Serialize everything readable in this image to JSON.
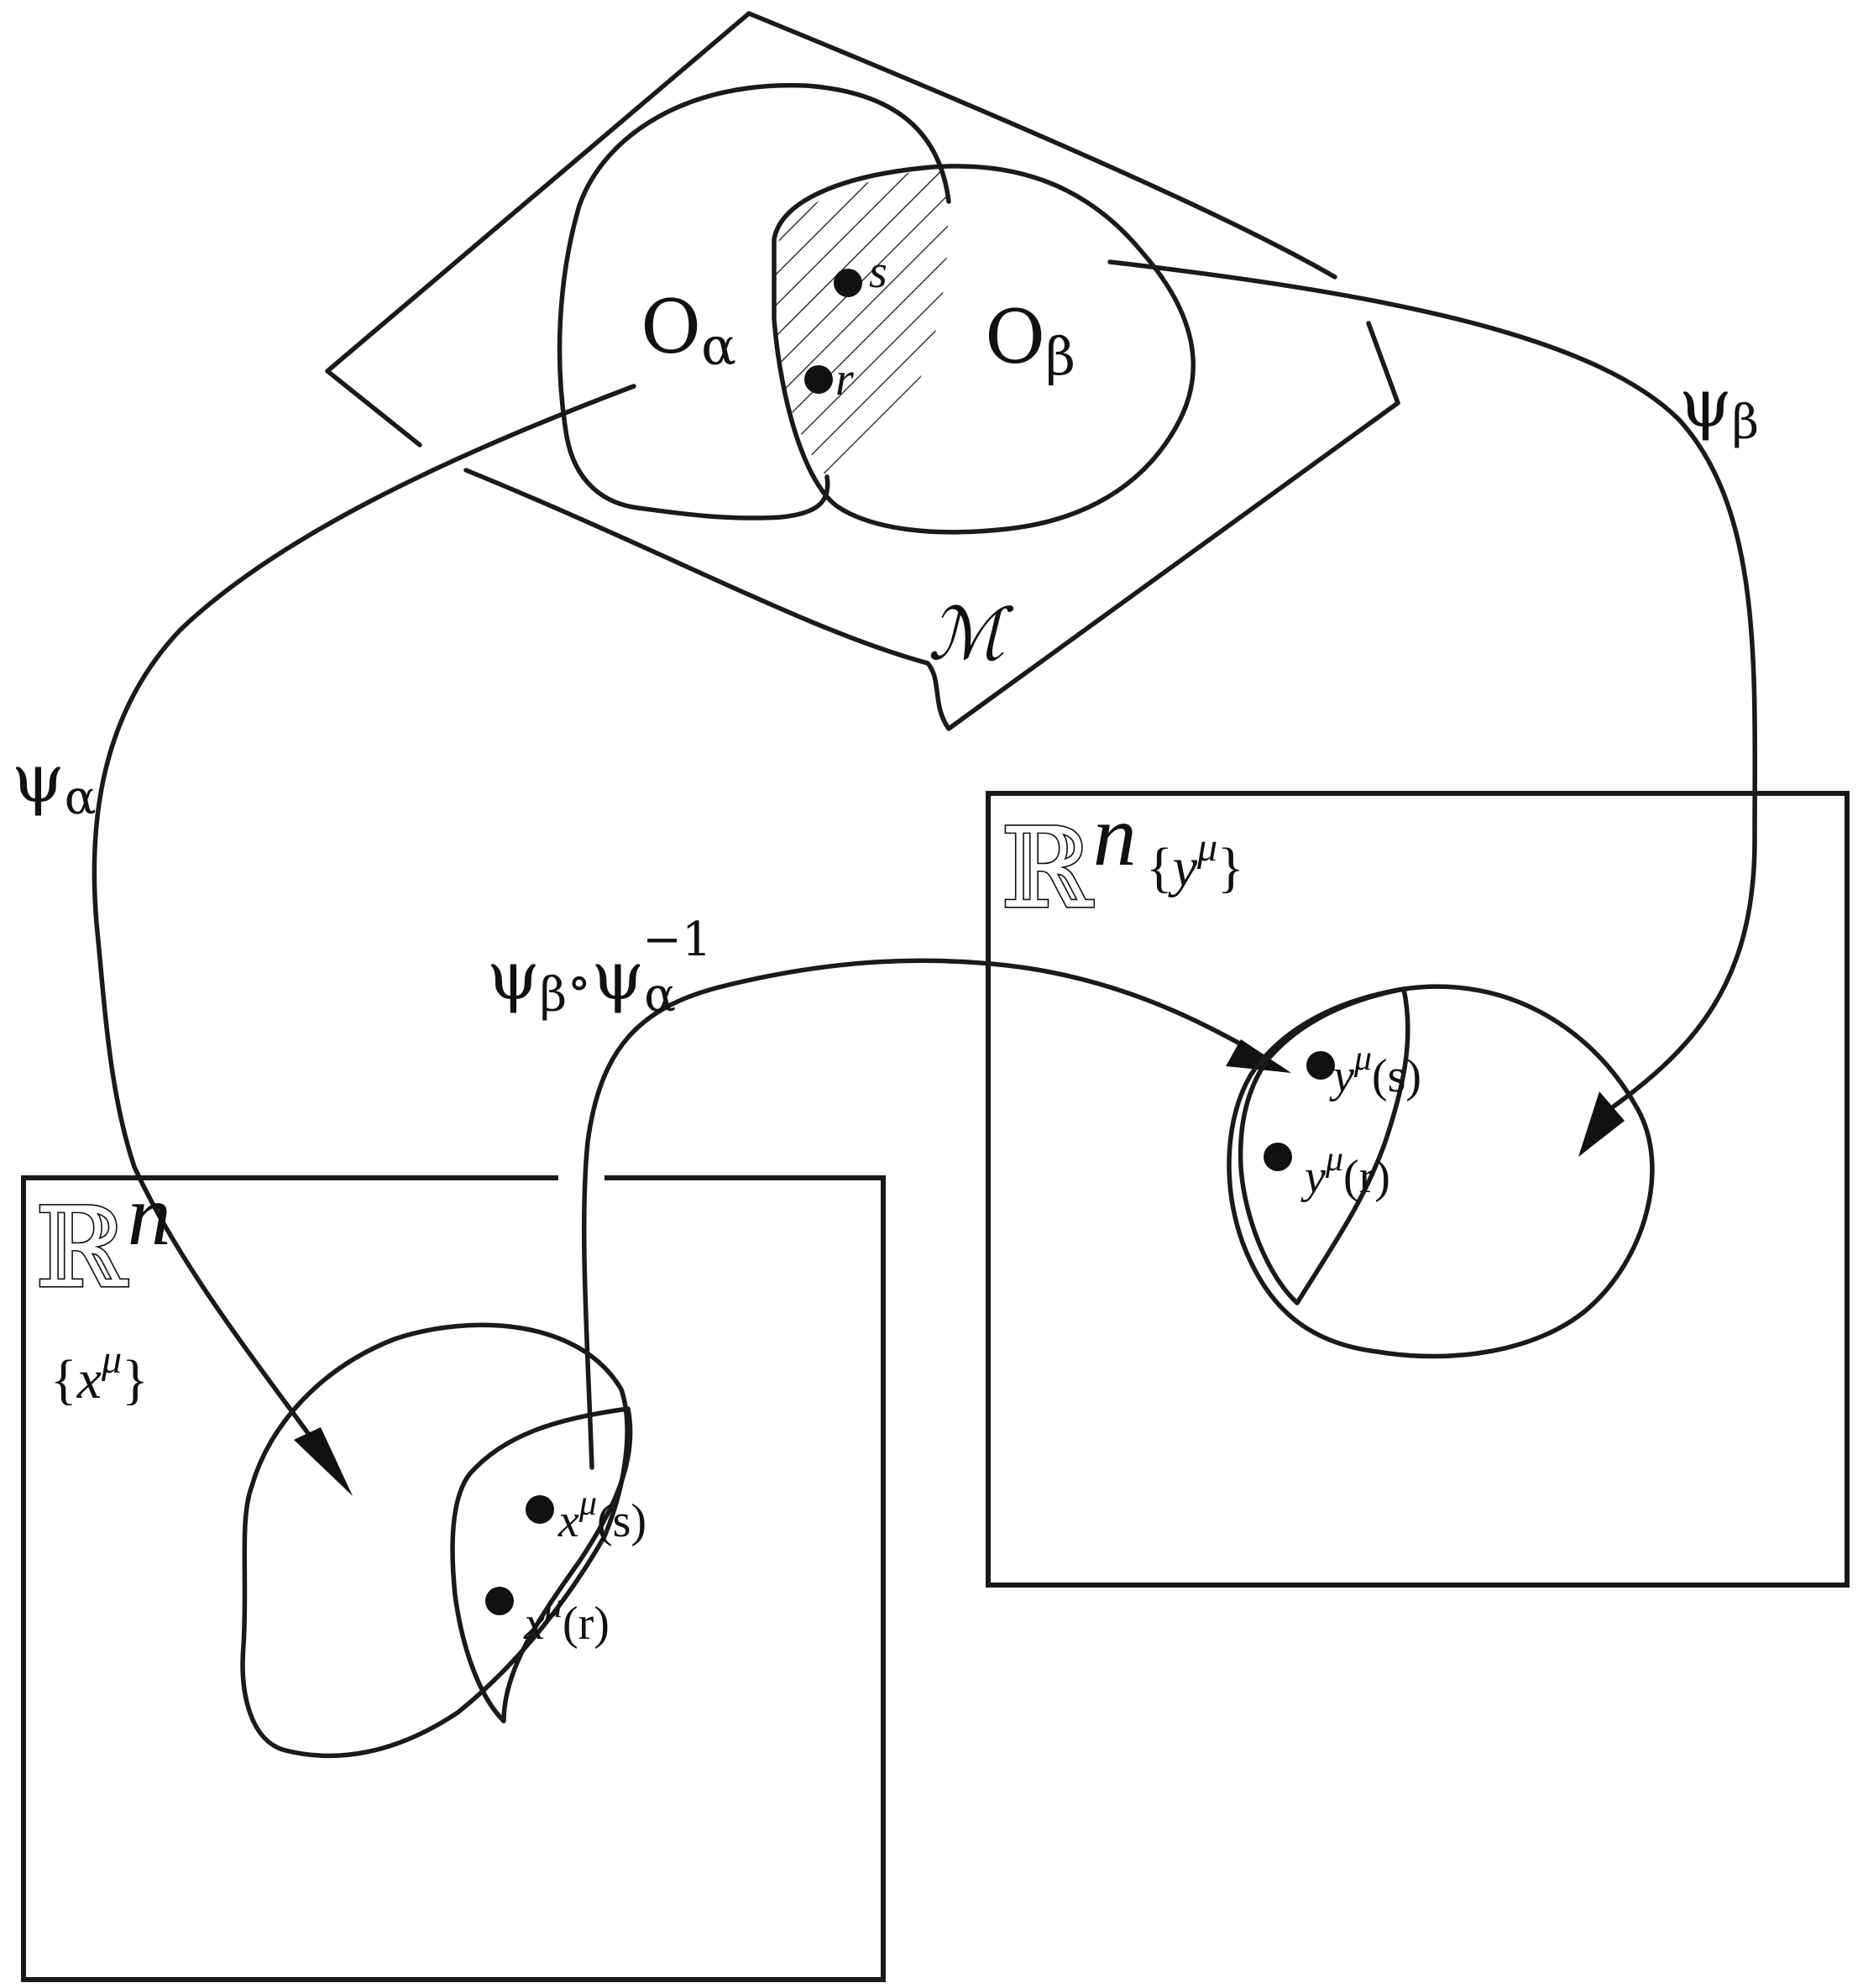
{
  "manifold": {
    "label": "ℳ"
  },
  "patches": {
    "alpha": {
      "letter": "O",
      "index": "α"
    },
    "beta": {
      "letter": "O",
      "index": "β"
    }
  },
  "points": {
    "s": "s",
    "r": "r"
  },
  "maps": {
    "psi_alpha": {
      "symbol": "ψ",
      "index": "α"
    },
    "psi_beta": {
      "symbol": "ψ",
      "index": "β"
    },
    "transition": {
      "first": "ψ",
      "first_index": "β",
      "compose": "∘",
      "second": "ψ",
      "second_index": "α",
      "inverse": "−1"
    }
  },
  "charts": {
    "x_chart": {
      "space": "ℝ",
      "dimension": "n",
      "coord_open": "{",
      "coord": "x",
      "coord_index": "μ",
      "coord_close": "}",
      "point_s": {
        "coord": "x",
        "index": "μ",
        "arg": "(s)"
      },
      "point_r": {
        "coord": "x",
        "index": "μ",
        "arg": "(r)"
      }
    },
    "y_chart": {
      "space": "ℝ",
      "dimension": "n",
      "coord_open": "{",
      "coord": "y",
      "coord_index": "μ",
      "coord_close": "}",
      "point_s": {
        "coord": "y",
        "index": "μ",
        "arg": "(s)"
      },
      "point_r": {
        "coord": "y",
        "index": "μ",
        "arg": "(r)"
      }
    }
  },
  "colors": {
    "ink": "#1a1a1a",
    "background": "#ffffff"
  }
}
